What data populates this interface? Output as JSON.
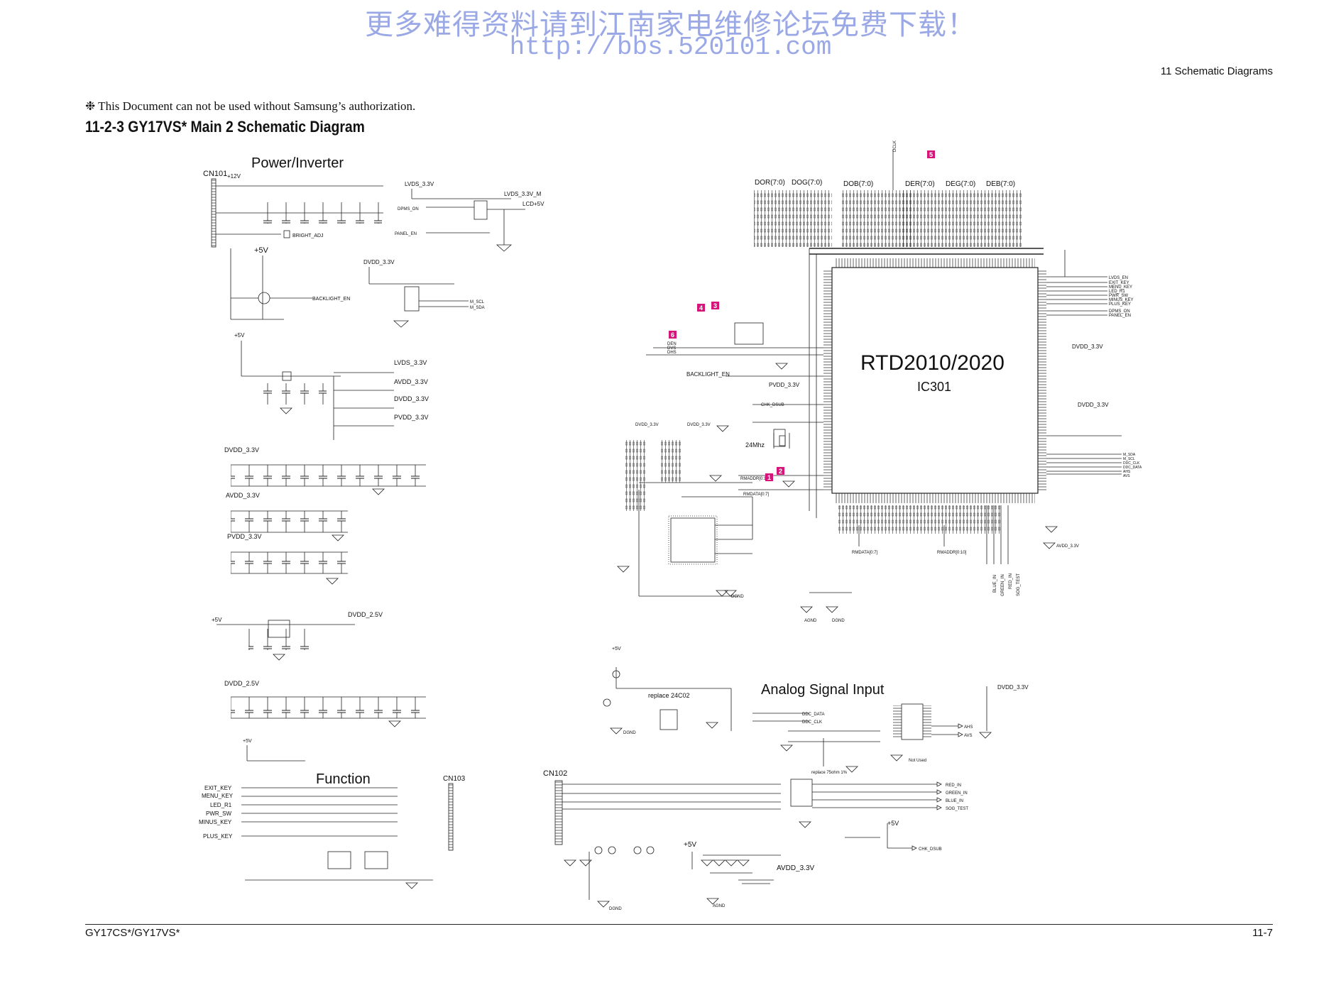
{
  "watermark": {
    "line1": "更多难得资料请到江南家电维修论坛免费下载！",
    "line2": "http://bbs.520101.com"
  },
  "header": {
    "section": "11 Schematic Diagrams",
    "notice": "❉ This Document can not be used without Samsung’s authorization.",
    "title": "11-2-3 GY17VS* Main 2 Schematic Diagram"
  },
  "blocks": {
    "power_inverter": "Power/Inverter",
    "function": "Function",
    "analog_signal_input": "Analog Signal Input"
  },
  "main_ic": {
    "part": "RTD2010/2020",
    "ref": "IC301"
  },
  "connectors": {
    "cn101": "CN101",
    "cn102": "CN102",
    "cn103": "CN103"
  },
  "power_rails": [
    "+12V",
    "+5V",
    "LVDS_3.3V",
    "LVDS_3.3V_M",
    "LCD+5V",
    "DVDD_3.3V",
    "AVDD_3.3V",
    "PVDD_3.3V",
    "DVDD_2.5V",
    "AVDD_3.3V",
    "+5V"
  ],
  "grounds": {
    "dgnd": "DGND",
    "agnd": "AGND"
  },
  "signals": {
    "bright_adj": "BRIGHT_ADJ",
    "backlight_en": "BACKLIGHT_EN",
    "backlight_en_ic": "BACKLIGHT_EN",
    "m_scl": "M_SCL",
    "m_sda": "M_SDA",
    "dpms_on": "DPMS_ON",
    "panel_en": "PANEL_EN",
    "chk_dsub": "CHK_DSUB",
    "rmaddr": "RMADDR[0:10]",
    "rmdata": "RMDATA[0:7]",
    "rmdata_b": "RMDATA[0:7]",
    "rmaddr_b": "RMADDR[0:10]",
    "crystal": "24Mhz",
    "dclk": "DCLK",
    "den_group": [
      "DEN",
      "DVS",
      "DHS"
    ],
    "buses_top": [
      "DOR(7:0)",
      "DOG(7:0)",
      "DOB(7:0)",
      "DER(7:0)",
      "DEG(7:0)",
      "DEB(7:0)"
    ],
    "right_outputs": [
      "LVDS_EN",
      "EXIT_KEY",
      "MENU_KEY",
      "LED_R1",
      "PWR_SW",
      "MINUS_KEY",
      "PLUS_KEY",
      "DPMS_ON",
      "PANEL_EN"
    ],
    "right_block_2": [
      "M_SDA",
      "M_SCL",
      "DDC_CLK",
      "DDC_DATA",
      "AHS",
      "AVS"
    ],
    "rgb_in": [
      "BLUE_IN",
      "GREEN_IN",
      "RED_IN",
      "SOG_TEST"
    ],
    "analog_outputs": [
      "RED_IN",
      "GREEN_IN",
      "BLUE_IN",
      "SOG_TEST"
    ],
    "ddc": [
      "DDC_DATA",
      "DDC_CLK"
    ],
    "sync_out": [
      "AHS",
      "AVS"
    ],
    "func_keys": [
      "EXIT_KEY",
      "MENU_KEY",
      "LED_R1",
      "PWR_SW",
      "MINUS_KEY",
      "PLUS_KEY"
    ],
    "replace_24c02": "replace 24C02",
    "replace_75": "replace 75ohm 1%",
    "not_used": "Not Used",
    "chk_dsub_b": "CHK_DSUB"
  },
  "markers": [
    "1",
    "2",
    "3",
    "4",
    "5",
    "6"
  ],
  "marker_color": "#d6157a",
  "footer": {
    "left": "GY17CS*/GY17VS*",
    "right": "11-7"
  }
}
